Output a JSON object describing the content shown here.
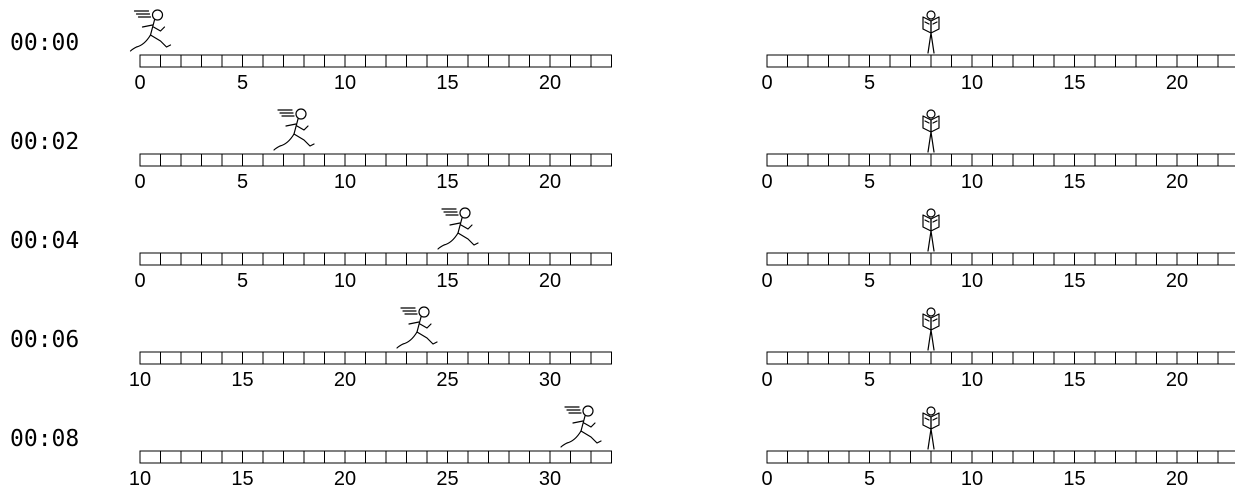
{
  "rows": [
    {
      "time": "00:00",
      "runner": {
        "position": 1.0,
        "ruler_start": 0,
        "labels": [
          "0",
          "5",
          "10",
          "15",
          "20"
        ]
      },
      "reader": {
        "position": 8.0,
        "ruler_start": 0,
        "labels": [
          "0",
          "5",
          "10",
          "15",
          "20"
        ]
      }
    },
    {
      "time": "00:02",
      "runner": {
        "position": 8.0,
        "ruler_start": 0,
        "labels": [
          "0",
          "5",
          "10",
          "15",
          "20"
        ]
      },
      "reader": {
        "position": 8.0,
        "ruler_start": 0,
        "labels": [
          "0",
          "5",
          "10",
          "15",
          "20"
        ]
      }
    },
    {
      "time": "00:04",
      "runner": {
        "position": 16.0,
        "ruler_start": 0,
        "labels": [
          "0",
          "5",
          "10",
          "15",
          "20"
        ]
      },
      "reader": {
        "position": 8.0,
        "ruler_start": 0,
        "labels": [
          "0",
          "5",
          "10",
          "15",
          "20"
        ]
      }
    },
    {
      "time": "00:06",
      "runner": {
        "position": 24.0,
        "ruler_start": 10,
        "labels": [
          "10",
          "15",
          "20",
          "25",
          "30"
        ]
      },
      "reader": {
        "position": 8.0,
        "ruler_start": 0,
        "labels": [
          "0",
          "5",
          "10",
          "15",
          "20"
        ]
      }
    },
    {
      "time": "00:08",
      "runner": {
        "position": 32.0,
        "ruler_start": 10,
        "labels": [
          "10",
          "15",
          "20",
          "25",
          "30"
        ]
      },
      "reader": {
        "position": 8.0,
        "ruler_start": 0,
        "labels": [
          "0",
          "5",
          "10",
          "15",
          "20"
        ]
      }
    }
  ],
  "ruler": {
    "cells": 23,
    "label_step": 5
  },
  "icons": {
    "runner": "running-person-icon",
    "reader": "reading-person-icon"
  }
}
